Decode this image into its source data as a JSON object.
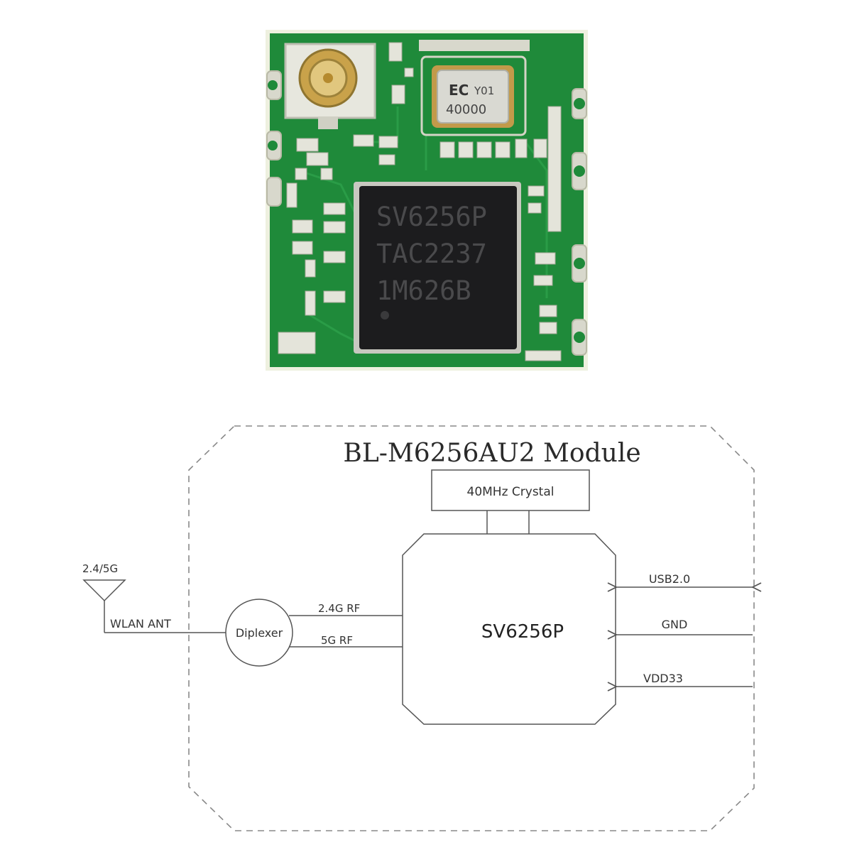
{
  "photo": {
    "crystal_marking": [
      "EC",
      "Y01",
      "40000"
    ],
    "chip_marking": [
      "SV6256P",
      "TAC2237",
      "1M626B"
    ]
  },
  "diagram": {
    "title": "BL-M6256AU2 Module",
    "crystal_label": "40MHz Crystal",
    "chip_label": "SV6256P",
    "antenna_band": "2.4/5G",
    "antenna_label": "WLAN ANT",
    "diplexer_label": "Diplexer",
    "rf_24g": "2.4G RF",
    "rf_5g": "5G RF",
    "pins": [
      "USB2.0",
      "GND",
      "VDD33"
    ]
  },
  "colors": {
    "pcb_green": "#1f8a3a",
    "pcb_edge": "#e9ecd8",
    "chip_black": "#1c1c1e",
    "gold": "#c9a24a",
    "line": "#555555"
  }
}
